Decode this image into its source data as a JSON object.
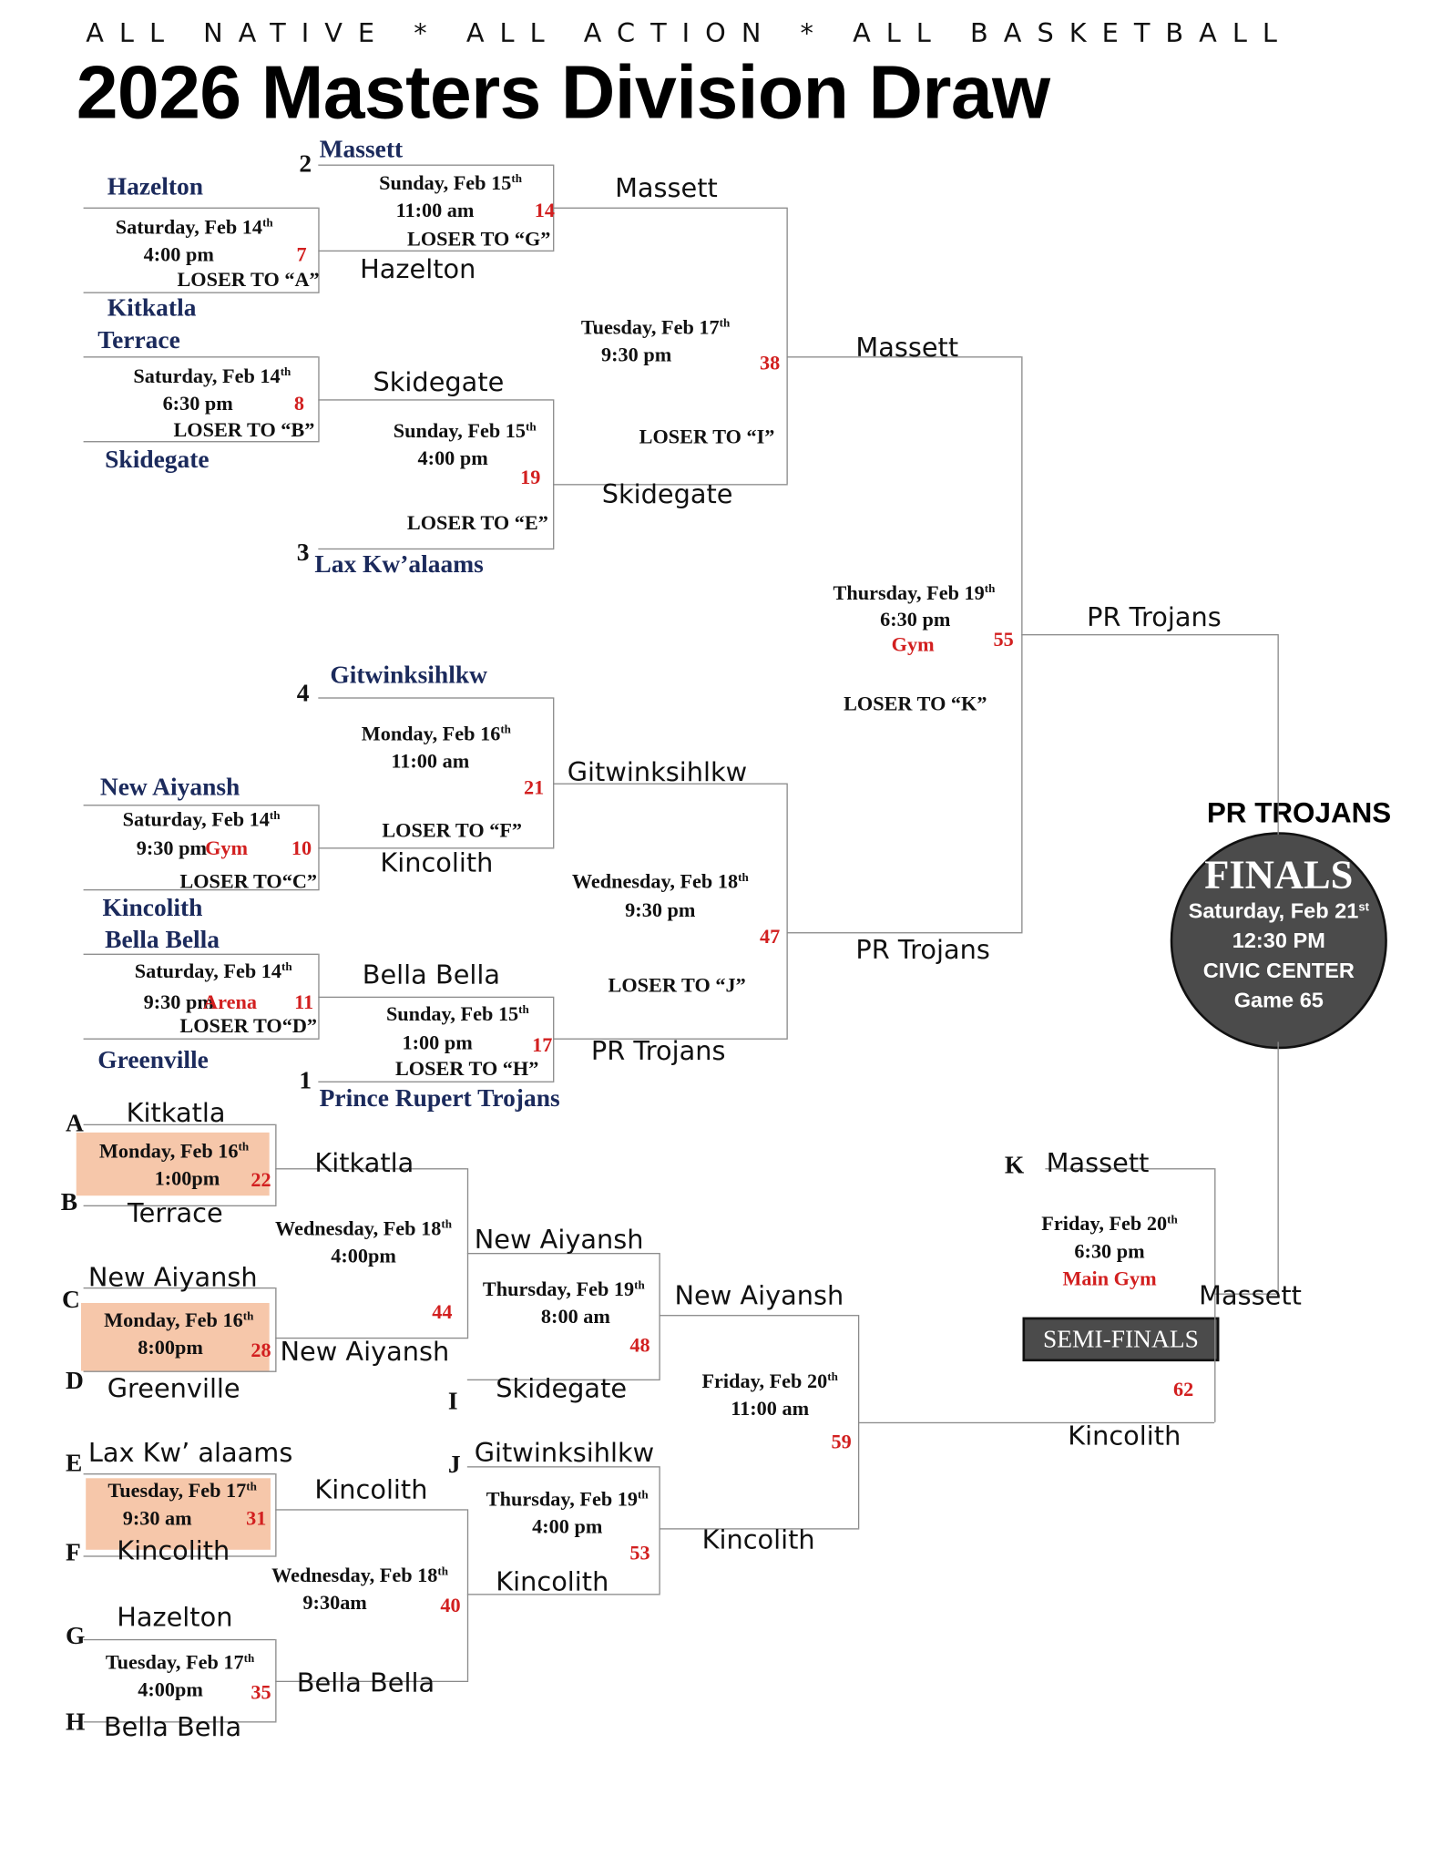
{
  "header": {
    "tagline": "ALL NATIVE * ALL ACTION * ALL BASKETBALL",
    "title": "2026 Masters Division Draw"
  },
  "seeds": {
    "s2": "2",
    "s3": "3",
    "s4": "4",
    "s1": "1"
  },
  "entrants": {
    "massett": "Massett",
    "hazelton": "Hazelton",
    "kitkatla": "Kitkatla",
    "terrace": "Terrace",
    "skidegate": "Skidegate",
    "lax": "Lax Kw’alaams",
    "gitwinksihlkw": "Gitwinksihlkw",
    "new_aiyansh": "New Aiyansh",
    "kincolith": "Kincolith",
    "bella_bella": "Bella Bella",
    "greenville": "Greenville",
    "pr_trojans": "Prince Rupert Trojans"
  },
  "games": {
    "g7": {
      "date": "Saturday, Feb 14",
      "sup": "th",
      "time": "4:00 pm",
      "game": "7",
      "loser": "LOSER TO “A”"
    },
    "g14": {
      "date": "Sunday, Feb 15",
      "sup": "th",
      "time": "11:00 am",
      "game": "14",
      "loser": "LOSER TO “G”"
    },
    "g8": {
      "date": "Saturday, Feb 14",
      "sup": "th",
      "time": "6:30 pm",
      "game": "8",
      "loser": "LOSER TO “B”"
    },
    "g19": {
      "date": "Sunday, Feb 15",
      "sup": "th",
      "time": "4:00 pm",
      "game": "19",
      "loser": "LOSER TO “E”"
    },
    "g38": {
      "date": "Tuesday, Feb 17",
      "sup": "th",
      "time": "9:30 pm",
      "game": "38",
      "loser": "LOSER TO “I”"
    },
    "g21": {
      "date": "Monday, Feb 16",
      "sup": "th",
      "time": "11:00 am",
      "game": "21",
      "loser": "LOSER TO “F”"
    },
    "g10": {
      "date": "Saturday, Feb 14",
      "sup": "th",
      "time": "9:30 pm",
      "venue": "Gym",
      "game": "10",
      "loser": "LOSER TO“C”"
    },
    "g11": {
      "date": "Saturday, Feb 14",
      "sup": "th",
      "time": "9:30 pm",
      "venue": "Arena",
      "game": "11",
      "loser": "LOSER TO“D”"
    },
    "g17": {
      "date": "Sunday, Feb 15",
      "sup": "th",
      "time": "1:00 pm",
      "game": "17",
      "loser": "LOSER TO “H”"
    },
    "g47": {
      "date": "Wednesday, Feb 18",
      "sup": "th",
      "time": "9:30 pm",
      "game": "47",
      "loser": "LOSER TO “J”"
    },
    "g55": {
      "date": "Thursday, Feb 19",
      "sup": "th",
      "time": "6:30 pm",
      "venue": "Gym",
      "game": "55",
      "loser": "LOSER TO “K”"
    },
    "g22": {
      "date": "Monday, Feb 16",
      "sup": "th",
      "time": "1:00pm",
      "game": "22"
    },
    "g28": {
      "date": "Monday, Feb 16",
      "sup": "th",
      "time": "8:00pm",
      "game": "28"
    },
    "g31": {
      "date": "Tuesday, Feb 17",
      "sup": "th",
      "time": "9:30 am",
      "game": "31"
    },
    "g35": {
      "date": "Tuesday, Feb 17",
      "sup": "th",
      "time": "4:00pm",
      "game": "35"
    },
    "g44": {
      "date": "Wednesday, Feb 18",
      "sup": "th",
      "time": "4:00pm",
      "game": "44"
    },
    "g40": {
      "date": "Wednesday, Feb 18",
      "sup": "th",
      "time": "9:30am",
      "game": "40"
    },
    "g48": {
      "date": "Thursday, Feb 19",
      "sup": "th",
      "time": "8:00 am",
      "game": "48"
    },
    "g53": {
      "date": "Thursday, Feb 19",
      "sup": "th",
      "time": "4:00 pm",
      "game": "53"
    },
    "g59": {
      "date": "Friday, Feb 20",
      "sup": "th",
      "time": "11:00 am",
      "game": "59"
    },
    "g62": {
      "date": "Friday, Feb 20",
      "sup": "th",
      "time": "6:30 pm",
      "venue": "Main Gym",
      "game": "62",
      "label": "SEMI-FINALS"
    }
  },
  "results": {
    "w14": "Massett",
    "w7": "Hazelton",
    "w8": "Skidegate",
    "w19": "Skidegate",
    "w38": "Massett",
    "w55": "PR Trojans",
    "w21": "Gitwinksihlkw",
    "w10": "Kincolith",
    "w11": "Bella Bella",
    "w17": "PR Trojans",
    "w47": "PR Trojans",
    "a": "Kitkatla",
    "b": "Terrace",
    "w22": "Kitkatla",
    "c": "New Aiyansh",
    "w28": "New Aiyansh",
    "d": "Greenville",
    "w44": "New Aiyansh",
    "i": "Skidegate",
    "w48": "New Aiyansh",
    "e": "Lax Kw’ alaams",
    "w31": "Kincolith",
    "f": "Kincolith",
    "j": "Gitwinksihlkw",
    "w53": "Kincolith",
    "w59": "Kincolith",
    "g": "Hazelton",
    "w35": "Bella Bella",
    "h": "Bella Bella",
    "k": "Massett",
    "w62": "Massett",
    "w40": "Kincolith"
  },
  "letters": {
    "a": "A",
    "b": "B",
    "c": "C",
    "d": "D",
    "e": "E",
    "f": "F",
    "g": "G",
    "h": "H",
    "i": "I",
    "j": "J",
    "k": "K"
  },
  "finals": {
    "champion": "PR TROJANS",
    "title": "FINALS",
    "date": "Saturday, Feb 21",
    "sup": "st",
    "time": "12:30 PM",
    "venue": "CIVIC CENTER",
    "game": "Game 65"
  }
}
